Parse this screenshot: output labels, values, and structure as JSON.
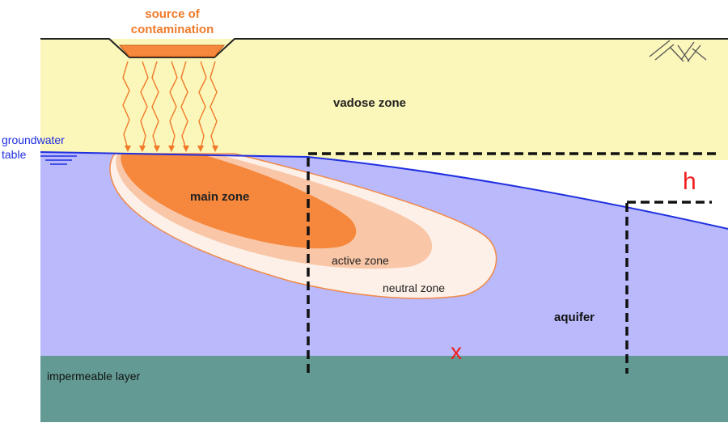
{
  "labels": {
    "source_line1": "source of",
    "source_line2": "contamination",
    "vadose_zone": "vadose zone",
    "groundwater_line1": "groundwater",
    "groundwater_line2": "table",
    "main_zone": "main zone",
    "active_zone": "active zone",
    "neutral_zone": "neutral zone",
    "aquifer": "aquifer",
    "impermeable_layer": "impermeable layer",
    "h": "h",
    "x": "x"
  },
  "colors": {
    "vadose": "#fbf6b9",
    "aquifer": "#b9b9fb",
    "impermeable": "#639a94",
    "water_table": "#1f2fe0",
    "contaminant": "#f5883c",
    "active": "#f9c7a8",
    "neutral": "#fdf0e8",
    "source_text": "#f07a2a",
    "marker_red": "#f21d1d"
  }
}
